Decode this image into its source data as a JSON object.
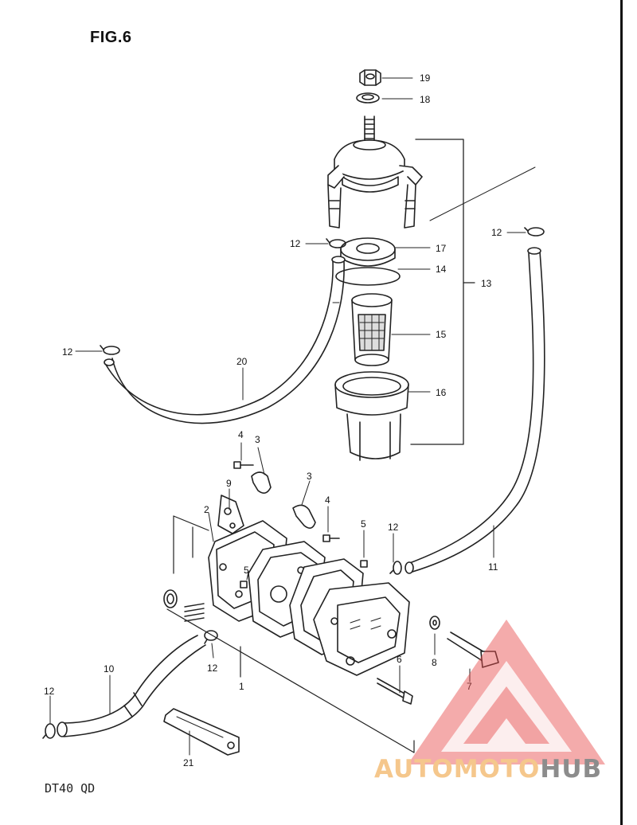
{
  "figure_title": "FIG.6",
  "model_code": "DT40 QD",
  "watermark": {
    "text_part1": "AUTOMOTO",
    "text_part2": "HUB",
    "accent_color": "#e84a4a",
    "text_color": "#f5c78c",
    "secondary_color": "#8c8c8c",
    "icon": "triangle-logo-icon"
  },
  "callouts": [
    {
      "id": "c19",
      "label": "19"
    },
    {
      "id": "c18",
      "label": "18"
    },
    {
      "id": "c17",
      "label": "17"
    },
    {
      "id": "c14",
      "label": "14"
    },
    {
      "id": "c13",
      "label": "13"
    },
    {
      "id": "c15",
      "label": "15"
    },
    {
      "id": "c16",
      "label": "16"
    },
    {
      "id": "c12a",
      "label": "12"
    },
    {
      "id": "c12b",
      "label": "12"
    },
    {
      "id": "c12c",
      "label": "12"
    },
    {
      "id": "c12d",
      "label": "12"
    },
    {
      "id": "c12e",
      "label": "12"
    },
    {
      "id": "c12f",
      "label": "12"
    },
    {
      "id": "c20",
      "label": "20"
    },
    {
      "id": "c11",
      "label": "11"
    },
    {
      "id": "c4a",
      "label": "4"
    },
    {
      "id": "c3a",
      "label": "3"
    },
    {
      "id": "c3b",
      "label": "3"
    },
    {
      "id": "c4b",
      "label": "4"
    },
    {
      "id": "c9",
      "label": "9"
    },
    {
      "id": "c2",
      "label": "2"
    },
    {
      "id": "c5a",
      "label": "5"
    },
    {
      "id": "c5b",
      "label": "5"
    },
    {
      "id": "c8",
      "label": "8"
    },
    {
      "id": "c7",
      "label": "7"
    },
    {
      "id": "c6",
      "label": "6"
    },
    {
      "id": "c1",
      "label": "1"
    },
    {
      "id": "c10",
      "label": "10"
    },
    {
      "id": "c21",
      "label": "21"
    }
  ]
}
